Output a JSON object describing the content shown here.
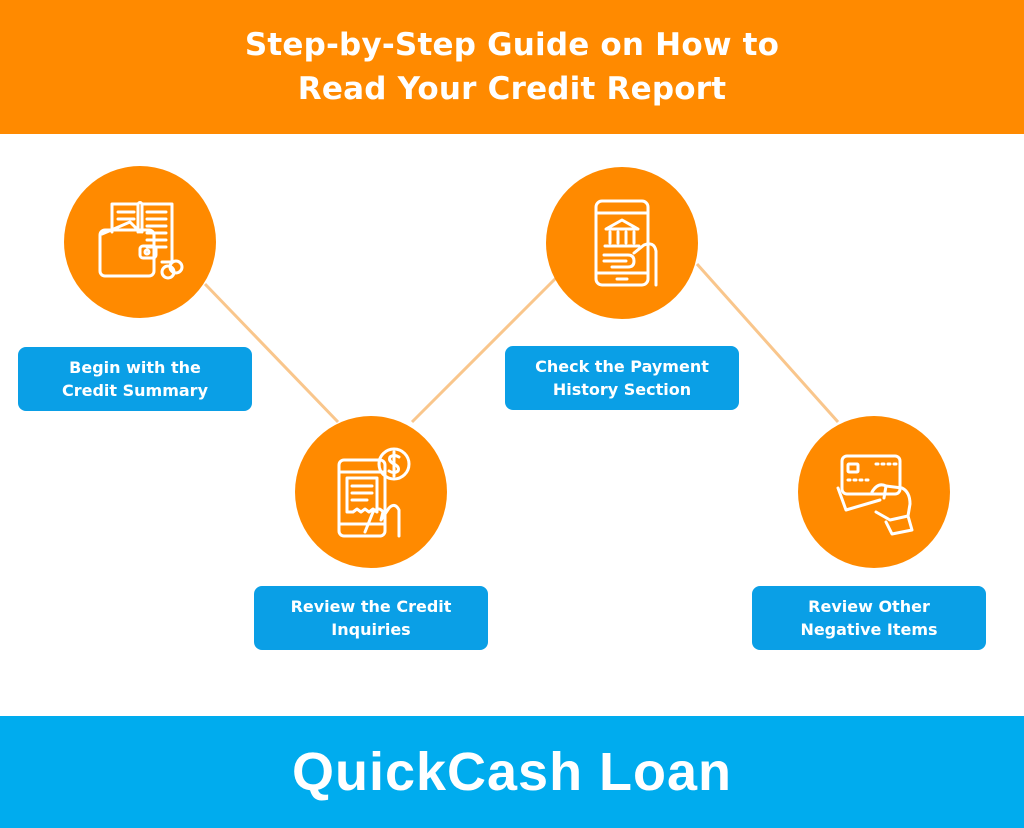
{
  "header": {
    "title_line1": "Step-by-Step Guide on How to",
    "title_line2": "Read Your Credit Report"
  },
  "steps": [
    {
      "label_line1": "Begin with the",
      "label_line2": "Credit Summary",
      "icon": "wallet-notebook-icon"
    },
    {
      "label_line1": "Review the Credit",
      "label_line2": "Inquiries",
      "icon": "phone-receipt-dollar-icon"
    },
    {
      "label_line1": "Check the Payment",
      "label_line2": "History Section",
      "icon": "phone-bank-icon"
    },
    {
      "label_line1": "Review Other",
      "label_line2": "Negative Items",
      "icon": "hand-credit-card-icon"
    }
  ],
  "footer": {
    "brand": "QuickCash Loan"
  },
  "colors": {
    "header_bg": "#ff8a00",
    "circle": "#ff8a00",
    "connector": "#f9c68c",
    "label_bg": "#0a9fe6",
    "footer_bg": "#00acee",
    "text": "#ffffff"
  }
}
